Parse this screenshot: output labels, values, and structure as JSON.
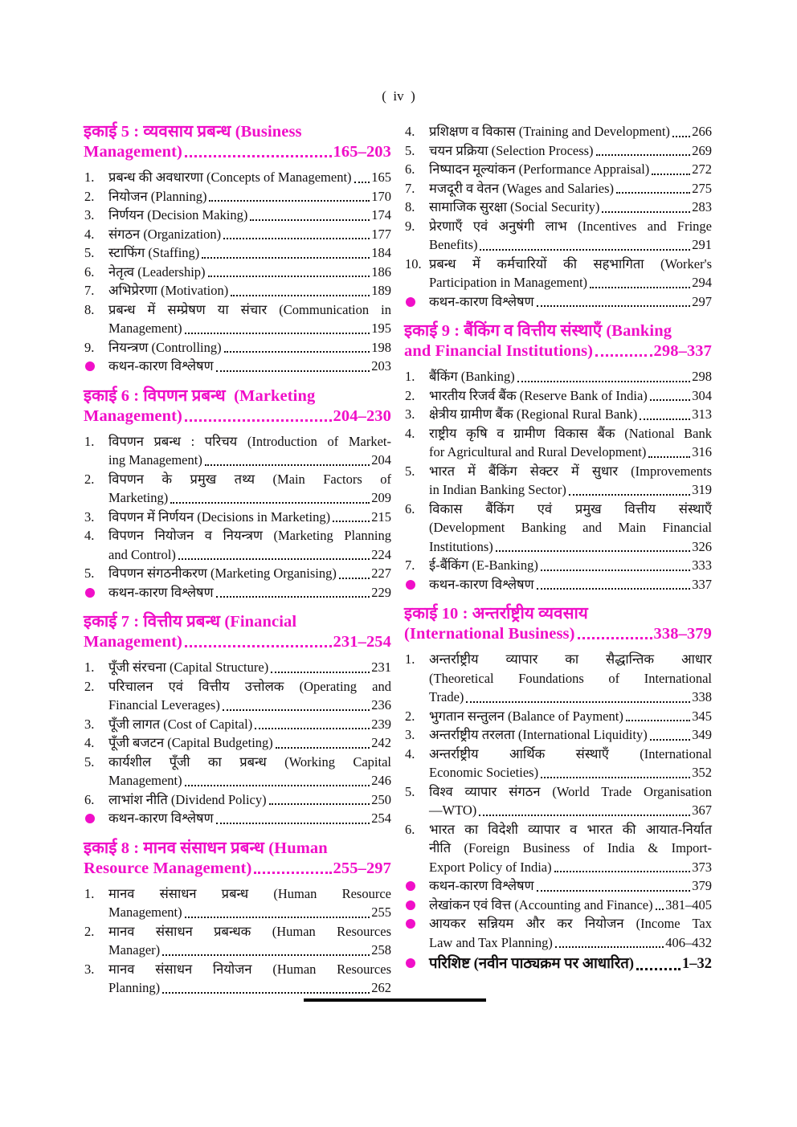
{
  "page": {
    "header": "(  iv  )"
  },
  "theme": {
    "accent": "#f00fc8",
    "text": "#131011",
    "rule": "#000000"
  },
  "columns": [
    {
      "blocks": [
        {
          "kind": "heading",
          "lines": [
            {
              "t": "इकाई 5 : व्यवसाय प्रबन्ध (Business"
            },
            {
              "t": "Management)",
              "page": "165–203"
            }
          ]
        },
        {
          "kind": "entry",
          "marker": "1.",
          "lines": [
            {
              "t": "प्रबन्ध की अवधारणा (Concepts of Management)",
              "page": "165"
            }
          ]
        },
        {
          "kind": "entry",
          "marker": "2.",
          "lines": [
            {
              "t": "नियोजन (Planning)",
              "page": "170"
            }
          ]
        },
        {
          "kind": "entry",
          "marker": "3.",
          "lines": [
            {
              "t": "निर्णयन (Decision Making)",
              "page": "174"
            }
          ]
        },
        {
          "kind": "entry",
          "marker": "4.",
          "lines": [
            {
              "t": "संगठन (Organization)",
              "page": "177"
            }
          ]
        },
        {
          "kind": "entry",
          "marker": "5.",
          "lines": [
            {
              "t": "स्टाफिंग (Staffing)",
              "page": "184"
            }
          ]
        },
        {
          "kind": "entry",
          "marker": "6.",
          "lines": [
            {
              "t": "नेतृत्व (Leadership)",
              "page": "186"
            }
          ]
        },
        {
          "kind": "entry",
          "marker": "7.",
          "lines": [
            {
              "t": "अभिप्रेरणा (Motivation)",
              "page": "189"
            }
          ]
        },
        {
          "kind": "entry",
          "marker": "8.",
          "lines": [
            {
              "t": "प्रबन्ध में सम्प्रेषण या संचार (Communication in"
            },
            {
              "t": "Management)",
              "page": "195"
            }
          ]
        },
        {
          "kind": "entry",
          "marker": "9.",
          "lines": [
            {
              "t": "नियन्त्रण (Controlling)",
              "page": "198"
            }
          ]
        },
        {
          "kind": "bullet",
          "lines": [
            {
              "t": "कथन-कारण विश्लेषण",
              "page": "203"
            }
          ]
        },
        {
          "kind": "heading",
          "lines": [
            {
              "t": "इकाई 6 : विपणन प्रबन्ध  (Marketing"
            },
            {
              "t": "Management)",
              "page": "204–230"
            }
          ]
        },
        {
          "kind": "entry",
          "marker": "1.",
          "lines": [
            {
              "t": "विपणन प्रबन्ध : परिचय (Introduction of Market-"
            },
            {
              "t": "ing Management)",
              "page": "204"
            }
          ]
        },
        {
          "kind": "entry",
          "marker": "2.",
          "lines": [
            {
              "t": "विपणन के प्रमुख तथ्य (Main Factors of"
            },
            {
              "t": "Marketing)",
              "page": "209"
            }
          ]
        },
        {
          "kind": "entry",
          "marker": "3.",
          "lines": [
            {
              "t": "विपणन में निर्णयन (Decisions in Marketing)",
              "page": "215"
            }
          ]
        },
        {
          "kind": "entry",
          "marker": "4.",
          "lines": [
            {
              "t": "विपणन नियोजन व नियन्त्रण (Marketing Planning"
            },
            {
              "t": "and Control)",
              "page": "224"
            }
          ]
        },
        {
          "kind": "entry",
          "marker": "5.",
          "lines": [
            {
              "t": "विपणन संगठनीकरण (Marketing Organising)",
              "page": "227"
            }
          ]
        },
        {
          "kind": "bullet",
          "lines": [
            {
              "t": "कथन-कारण विश्लेषण",
              "page": "229"
            }
          ]
        },
        {
          "kind": "heading",
          "lines": [
            {
              "t": "इकाई 7 : वित्तीय प्रबन्ध (Financial"
            },
            {
              "t": "Management)",
              "page": "231–254"
            }
          ]
        },
        {
          "kind": "entry",
          "marker": "1.",
          "lines": [
            {
              "t": "पूँजी संरचना (Capital Structure)",
              "page": "231"
            }
          ]
        },
        {
          "kind": "entry",
          "marker": "2.",
          "lines": [
            {
              "t": "परिचालन एवं वित्तीय उत्तोलक (Operating and"
            },
            {
              "t": "Financial Leverages)",
              "page": "236"
            }
          ]
        },
        {
          "kind": "entry",
          "marker": "3.",
          "lines": [
            {
              "t": "पूँजी लागत (Cost of Capital)",
              "page": "239"
            }
          ]
        },
        {
          "kind": "entry",
          "marker": "4.",
          "lines": [
            {
              "t": "पूँजी बजटन (Capital Budgeting)",
              "page": "242"
            }
          ]
        },
        {
          "kind": "entry",
          "marker": "5.",
          "lines": [
            {
              "t": "कार्यशील पूँजी का प्रबन्ध (Working Capital"
            },
            {
              "t": "Management)",
              "page": "246"
            }
          ]
        },
        {
          "kind": "entry",
          "marker": "6.",
          "lines": [
            {
              "t": "लाभांश नीति (Dividend Policy)",
              "page": "250"
            }
          ]
        },
        {
          "kind": "bullet",
          "lines": [
            {
              "t": "कथन-कारण विश्लेषण",
              "page": "254"
            }
          ]
        },
        {
          "kind": "heading",
          "lines": [
            {
              "t": "इकाई 8 : मानव संसाधन प्रबन्ध (Human"
            },
            {
              "t": "Resource Management)",
              "page": "255–297"
            }
          ]
        },
        {
          "kind": "entry",
          "marker": "1.",
          "lines": [
            {
              "t": "मानव संसाधन प्रबन्ध (Human Resource"
            },
            {
              "t": "Management)",
              "page": "255"
            }
          ]
        },
        {
          "kind": "entry",
          "marker": "2.",
          "lines": [
            {
              "t": "मानव संसाधन प्रबन्धक (Human Resources"
            },
            {
              "t": "Manager)",
              "page": "258"
            }
          ]
        },
        {
          "kind": "entry",
          "marker": "3.",
          "lines": [
            {
              "t": "मानव संसाधन नियोजन (Human Resources"
            },
            {
              "t": "Planning)",
              "page": "262"
            }
          ]
        }
      ]
    },
    {
      "blocks": [
        {
          "kind": "entry",
          "marker": "4.",
          "lines": [
            {
              "t": "प्रशिक्षण व विकास (Training and Development)",
              "page": "266"
            }
          ]
        },
        {
          "kind": "entry",
          "marker": "5.",
          "lines": [
            {
              "t": "चयन प्रक्रिया (Selection Process)",
              "page": "269"
            }
          ]
        },
        {
          "kind": "entry",
          "marker": "6.",
          "lines": [
            {
              "t": "निष्पादन मूल्यांकन (Performance Appraisal)",
              "page": "272"
            }
          ]
        },
        {
          "kind": "entry",
          "marker": "7.",
          "lines": [
            {
              "t": "मजदूरी व वेतन (Wages and Salaries)",
              "page": "275"
            }
          ]
        },
        {
          "kind": "entry",
          "marker": "8.",
          "lines": [
            {
              "t": "सामाजिक सुरक्षा (Social Security)",
              "page": "283"
            }
          ]
        },
        {
          "kind": "entry",
          "marker": "9.",
          "lines": [
            {
              "t": "प्रेरणाएँ एवं अनुषंगी लाभ (Incentives and Fringe"
            },
            {
              "t": "Benefits)",
              "page": "291"
            }
          ]
        },
        {
          "kind": "entry",
          "marker": "10.",
          "lines": [
            {
              "t": "प्रबन्ध में कर्मचारियों की सहभागिता (Worker's"
            },
            {
              "t": "Participation in Management)",
              "page": "294"
            }
          ]
        },
        {
          "kind": "bullet",
          "lines": [
            {
              "t": "कथन-कारण विश्लेषण",
              "page": "297"
            }
          ]
        },
        {
          "kind": "heading",
          "lines": [
            {
              "t": "इकाई 9 : बैंकिंग व वित्तीय संस्थाएँ (Banking"
            },
            {
              "t": "and Financial Institutions)",
              "page": "298–337"
            }
          ]
        },
        {
          "kind": "entry",
          "marker": "1.",
          "lines": [
            {
              "t": "बैंकिंग (Banking)",
              "page": "298"
            }
          ]
        },
        {
          "kind": "entry",
          "marker": "2.",
          "lines": [
            {
              "t": "भारतीय रिजर्व बैंक (Reserve Bank of India)",
              "page": "304"
            }
          ]
        },
        {
          "kind": "entry",
          "marker": "3.",
          "lines": [
            {
              "t": "क्षेत्रीय ग्रामीण बैंक (Regional Rural Bank)",
              "page": "313"
            }
          ]
        },
        {
          "kind": "entry",
          "marker": "4.",
          "lines": [
            {
              "t": "राष्ट्रीय कृषि व ग्रामीण विकास बैंक (National Bank"
            },
            {
              "t": "for Agricultural and Rural Development)",
              "page": "316"
            }
          ]
        },
        {
          "kind": "entry",
          "marker": "5.",
          "lines": [
            {
              "t": "भारत में बैंकिंग सेक्टर में सुधार (Improvements"
            },
            {
              "t": "in Indian Banking Sector)",
              "page": "319"
            }
          ]
        },
        {
          "kind": "entry",
          "marker": "6.",
          "lines": [
            {
              "t": "विकास बैंकिंग एवं प्रमुख वित्तीय संस्थाएँ"
            },
            {
              "t": "(Development Banking and Main Financial"
            },
            {
              "t": "Institutions)",
              "page": "326"
            }
          ]
        },
        {
          "kind": "entry",
          "marker": "7.",
          "lines": [
            {
              "t": "ई-बैंकिंग (E-Banking)",
              "page": "333"
            }
          ]
        },
        {
          "kind": "bullet",
          "lines": [
            {
              "t": "कथन-कारण विश्लेषण",
              "page": "337"
            }
          ]
        },
        {
          "kind": "heading",
          "lines": [
            {
              "t": "इकाई 10 : अन्तर्राष्ट्रीय व्यवसाय"
            },
            {
              "t": "(International Business)",
              "page": "338–379"
            }
          ]
        },
        {
          "kind": "entry",
          "marker": "1.",
          "lines": [
            {
              "t": "अन्तर्राष्ट्रीय व्यापार का सैद्धान्तिक आधार"
            },
            {
              "t": "(Theoretical Foundations of International"
            },
            {
              "t": "Trade)",
              "page": "338"
            }
          ]
        },
        {
          "kind": "entry",
          "marker": "2.",
          "lines": [
            {
              "t": "भुगतान सन्तुलन (Balance of Payment)",
              "page": "345"
            }
          ]
        },
        {
          "kind": "entry",
          "marker": "3.",
          "lines": [
            {
              "t": "अन्तर्राष्ट्रीय तरलता (International Liquidity)",
              "page": "349"
            }
          ]
        },
        {
          "kind": "entry",
          "marker": "4.",
          "lines": [
            {
              "t": "अन्तर्राष्ट्रीय आर्थिक संस्थाएँ (International"
            },
            {
              "t": "Economic Societies)",
              "page": "352"
            }
          ]
        },
        {
          "kind": "entry",
          "marker": "5.",
          "lines": [
            {
              "t": "विश्व व्यापार संगठन (World Trade Organisation"
            },
            {
              "t": "—WTO)",
              "page": "367"
            }
          ]
        },
        {
          "kind": "entry",
          "marker": "6.",
          "lines": [
            {
              "t": "भारत का विदेशी व्यापार व भारत की आयात-निर्यात"
            },
            {
              "t": "नीति (Foreign Business of India & Import-"
            },
            {
              "t": "Export Policy of India)",
              "page": "373"
            }
          ]
        },
        {
          "kind": "bullet",
          "lines": [
            {
              "t": "कथन-कारण विश्लेषण",
              "page": "379"
            }
          ]
        },
        {
          "kind": "bullet",
          "lines": [
            {
              "t": "लेखांकन एवं वित्त (Accounting and Finance)",
              "page": "381–405"
            }
          ]
        },
        {
          "kind": "bullet",
          "lines": [
            {
              "t": "आयकर सन्नियम और कर नियोजन (Income Tax"
            },
            {
              "t": "Law and Tax Planning)",
              "page": "406–432"
            }
          ]
        },
        {
          "kind": "bullet",
          "emph": true,
          "lines": [
            {
              "t": "परिशिष्ट (नवीन पाठ्यक्रम पर आधारित)",
              "page": "1–32"
            }
          ]
        }
      ]
    }
  ]
}
